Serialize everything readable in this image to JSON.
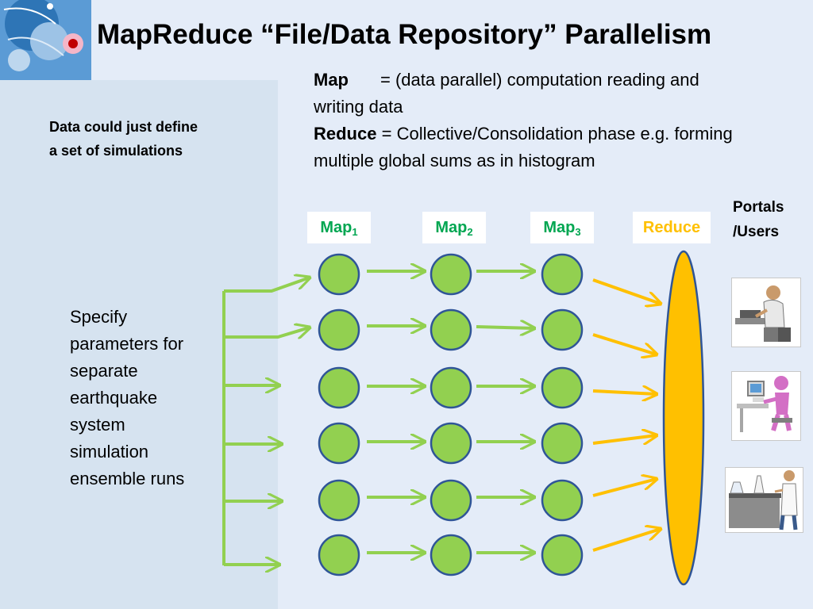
{
  "title": "MapReduce “File/Data Repository” Parallelism",
  "definitions": {
    "map_term": "Map",
    "map_text": "= (data parallel) computation reading and",
    "map_text_2": "writing data",
    "reduce_term": "Reduce",
    "reduce_text": "= Collective/Consolidation phase e.g. forming",
    "reduce_text_2": "multiple global sums as in histogram"
  },
  "notes": {
    "sims_line1": "Data could just define",
    "sims_line2": "a set of simulations",
    "specify_lines": [
      "Specify",
      "parameters for",
      "separate",
      "earthquake",
      "system",
      "simulation",
      "ensemble runs"
    ],
    "portals_line1": "Portals",
    "portals_line2": "/Users"
  },
  "stages": {
    "map1": {
      "base": "Map",
      "sub": "1"
    },
    "map2": {
      "base": "Map",
      "sub": "2"
    },
    "map3": {
      "base": "Map",
      "sub": "3"
    },
    "reduce": "Reduce"
  },
  "colors": {
    "map_green": "#00a651",
    "reduce_orange": "#ffc000",
    "node_fill": "#92d050",
    "node_stroke": "#2f5597",
    "arrow_green": "#92d050",
    "arrow_orange": "#ffc000"
  },
  "icons": [
    "logo-globe-icon",
    "user-at-desk-icon",
    "user-at-computer-icon",
    "scientist-at-bench-icon"
  ]
}
